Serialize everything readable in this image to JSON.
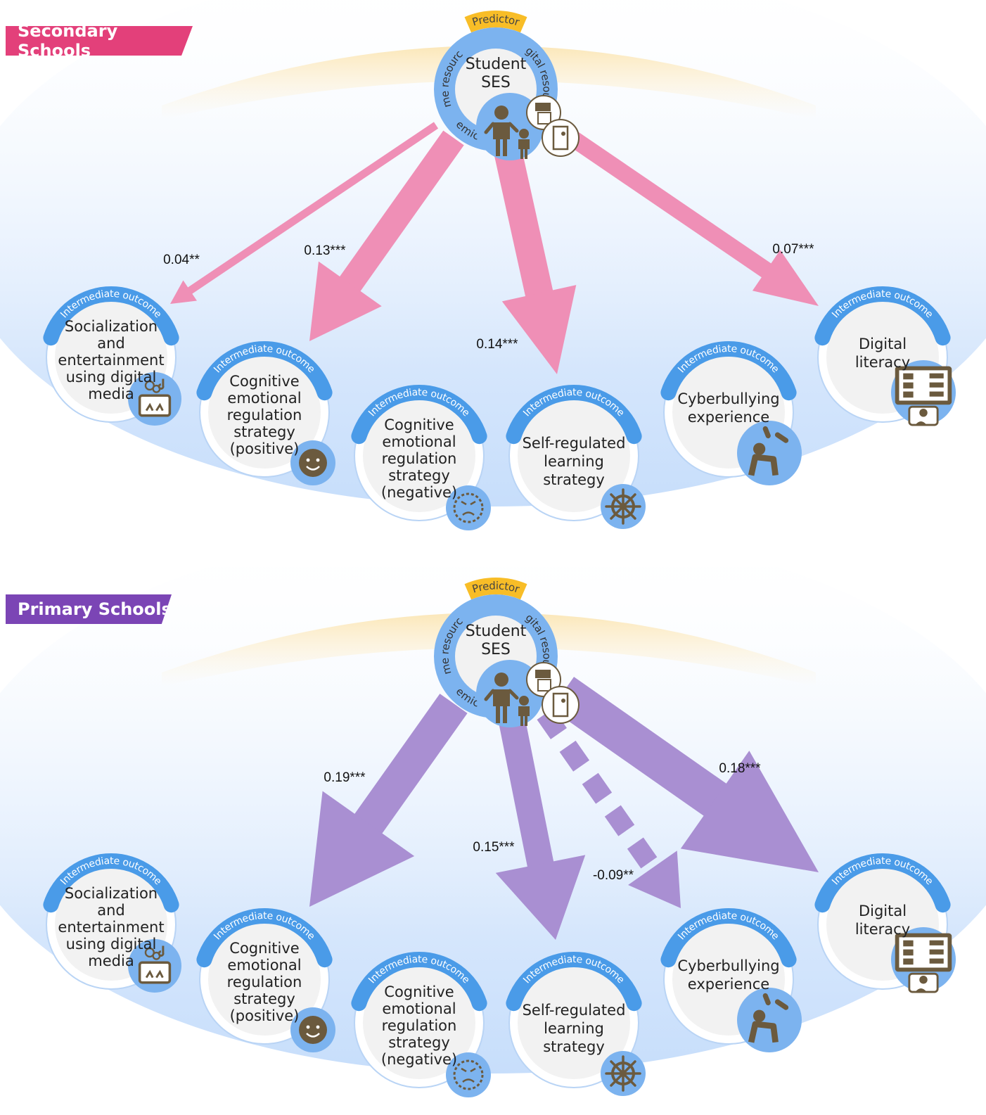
{
  "panels": [
    {
      "id": "secondary",
      "label": "Secondary Schools",
      "label_color": "#e3407a",
      "arrow_color": "#ef8fb6",
      "predictor": {
        "tag": "Predictor",
        "title": "Student\nSES",
        "ring_labels": [
          "Home resources",
          "Digital resources",
          "Academic capital"
        ]
      },
      "outcome_tag": "Intermediate outcome",
      "outcomes": [
        {
          "key": "socialization",
          "label": "Socialization\nand\nentertainment\nusing digital\nmedia",
          "icon": "tablet-social-icon"
        },
        {
          "key": "cer_positive",
          "label": "Cognitive\nemotional\nregulation\nstrategy\n(positive)",
          "icon": "smile-face-icon"
        },
        {
          "key": "cer_negative",
          "label": "Cognitive\nemotional\nregulation\nstrategy\n(negative)",
          "icon": "angry-face-icon"
        },
        {
          "key": "srl",
          "label": "Self-regulated\nlearning\nstrategy",
          "icon": "ship-wheel-icon"
        },
        {
          "key": "cyberbullying",
          "label": "Cyberbullying\nexperience",
          "icon": "bullied-person-icon"
        },
        {
          "key": "digital_literacy",
          "label": "Digital\nliteracy",
          "icon": "digital-board-icon"
        }
      ],
      "paths": [
        {
          "to": "socialization",
          "coef": "0.04**",
          "style": "solid"
        },
        {
          "to": "cer_positive",
          "coef": "0.13***",
          "style": "solid"
        },
        {
          "to": "srl",
          "coef": "0.14***",
          "style": "solid"
        },
        {
          "to": "digital_literacy",
          "coef": "0.07***",
          "style": "solid"
        }
      ]
    },
    {
      "id": "primary",
      "label": "Primary Schools",
      "label_color": "#7b45b5",
      "arrow_color": "#a98fd2",
      "predictor": {
        "tag": "Predictor",
        "title": "Student\nSES",
        "ring_labels": [
          "Home resources",
          "Digital resources",
          "Academic capital"
        ]
      },
      "outcome_tag": "Intermediate outcome",
      "outcomes": [
        {
          "key": "socialization",
          "label": "Socialization\nand\nentertainment\nusing digital\nmedia",
          "icon": "tablet-social-icon"
        },
        {
          "key": "cer_positive",
          "label": "Cognitive\nemotional\nregulation\nstrategy\n(positive)",
          "icon": "smile-face-icon"
        },
        {
          "key": "cer_negative",
          "label": "Cognitive\nemotional\nregulation\nstrategy\n(negative)",
          "icon": "angry-face-icon"
        },
        {
          "key": "srl",
          "label": "Self-regulated\nlearning\nstrategy",
          "icon": "ship-wheel-icon"
        },
        {
          "key": "cyberbullying",
          "label": "Cyberbullying\nexperience",
          "icon": "bullied-person-icon"
        },
        {
          "key": "digital_literacy",
          "label": "Digital\nliteracy",
          "icon": "digital-board-icon"
        }
      ],
      "paths": [
        {
          "to": "cer_positive",
          "coef": "0.19***",
          "style": "solid"
        },
        {
          "to": "srl",
          "coef": "0.15***",
          "style": "solid"
        },
        {
          "to": "cyberbullying",
          "coef": "-0.09**",
          "style": "dashed"
        },
        {
          "to": "digital_literacy",
          "coef": "0.18***",
          "style": "solid"
        }
      ]
    }
  ]
}
